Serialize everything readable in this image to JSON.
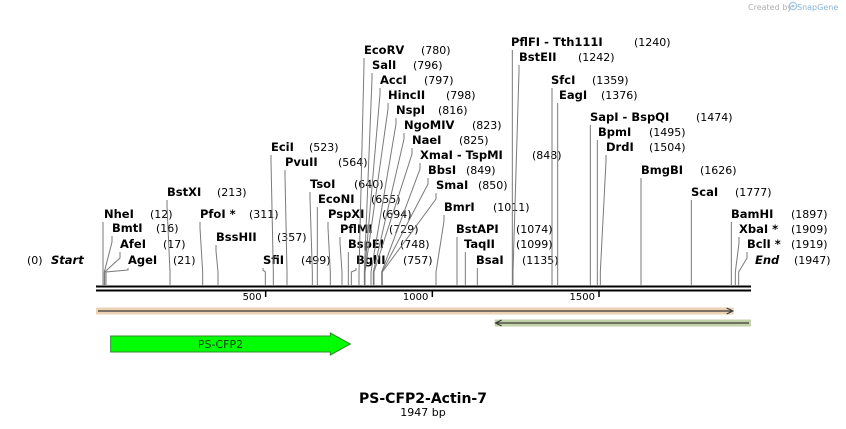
{
  "header": {
    "credit_text": "Created by",
    "brand": "SnapGene"
  },
  "plasmid": {
    "name": "PS-CFP2-Actin-7",
    "length_label": "1947 bp",
    "length": 1947
  },
  "axis": {
    "ticks": [
      {
        "value": 500,
        "label": "500"
      },
      {
        "value": 1000,
        "label": "1000"
      },
      {
        "value": 1500,
        "label": "1500"
      }
    ]
  },
  "sites": [
    {
      "id": "start",
      "name": "Start",
      "pos": 0,
      "pos_label": "(0)",
      "special": true
    },
    {
      "id": "agei",
      "name": "AgeI",
      "pos": 21,
      "pos_label": "(21)"
    },
    {
      "id": "afei",
      "name": "AfeI",
      "pos": 17,
      "pos_label": "(17)"
    },
    {
      "id": "bmti",
      "name": "BmtI",
      "pos": 16,
      "pos_label": "(16)"
    },
    {
      "id": "nhei",
      "name": "NheI",
      "pos": 12,
      "pos_label": "(12)"
    },
    {
      "id": "bstxi",
      "name": "BstXI",
      "pos": 213,
      "pos_label": "(213)"
    },
    {
      "id": "pfoi",
      "name": "PfoI *",
      "pos": 311,
      "pos_label": "(311)"
    },
    {
      "id": "bsshii",
      "name": "BssHII",
      "pos": 357,
      "pos_label": "(357)"
    },
    {
      "id": "sfii",
      "name": "SfiI",
      "pos": 499,
      "pos_label": "(499)"
    },
    {
      "id": "ecii",
      "name": "EciI",
      "pos": 523,
      "pos_label": "(523)"
    },
    {
      "id": "pvuii",
      "name": "PvuII",
      "pos": 564,
      "pos_label": "(564)"
    },
    {
      "id": "tsoi",
      "name": "TsoI",
      "pos": 640,
      "pos_label": "(640)"
    },
    {
      "id": "econi",
      "name": "EcoNI",
      "pos": 655,
      "pos_label": "(655)"
    },
    {
      "id": "pspxi",
      "name": "PspXI",
      "pos": 694,
      "pos_label": "(694)"
    },
    {
      "id": "pflmi",
      "name": "PflMI",
      "pos": 729,
      "pos_label": "(729)"
    },
    {
      "id": "bspei",
      "name": "BspEI",
      "pos": 748,
      "pos_label": "(748)"
    },
    {
      "id": "bglii",
      "name": "BglII",
      "pos": 757,
      "pos_label": "(757)"
    },
    {
      "id": "ecorv",
      "name": "EcoRV",
      "pos": 780,
      "pos_label": "(780)"
    },
    {
      "id": "sali",
      "name": "SalI",
      "pos": 796,
      "pos_label": "(796)"
    },
    {
      "id": "acci",
      "name": "AccI",
      "pos": 797,
      "pos_label": "(797)"
    },
    {
      "id": "hincii",
      "name": "HincII",
      "pos": 798,
      "pos_label": "(798)"
    },
    {
      "id": "nspi",
      "name": "NspI",
      "pos": 816,
      "pos_label": "(816)"
    },
    {
      "id": "ngomiv",
      "name": "NgoMIV",
      "pos": 823,
      "pos_label": "(823)"
    },
    {
      "id": "naei",
      "name": "NaeI",
      "pos": 825,
      "pos_label": "(825)"
    },
    {
      "id": "xmai",
      "name": "XmaI  - TspMI",
      "pos": 848,
      "pos_label": "(848)"
    },
    {
      "id": "bbsi",
      "name": "BbsI",
      "pos": 849,
      "pos_label": "(849)"
    },
    {
      "id": "smai",
      "name": "SmaI",
      "pos": 850,
      "pos_label": "(850)"
    },
    {
      "id": "bmri",
      "name": "BmrI",
      "pos": 1011,
      "pos_label": "(1011)"
    },
    {
      "id": "bstapi",
      "name": "BstAPI",
      "pos": 1074,
      "pos_label": "(1074)"
    },
    {
      "id": "taqii",
      "name": "TaqII",
      "pos": 1099,
      "pos_label": "(1099)"
    },
    {
      "id": "bsai",
      "name": "BsaI",
      "pos": 1135,
      "pos_label": "(1135)"
    },
    {
      "id": "pflfi",
      "name": "PflFI  - Tth111I",
      "pos": 1240,
      "pos_label": "(1240)"
    },
    {
      "id": "bsteii",
      "name": "BstEII",
      "pos": 1242,
      "pos_label": "(1242)"
    },
    {
      "id": "sfci",
      "name": "SfcI",
      "pos": 1359,
      "pos_label": "(1359)"
    },
    {
      "id": "eagi",
      "name": "EagI",
      "pos": 1376,
      "pos_label": "(1376)"
    },
    {
      "id": "sapi",
      "name": "SapI  - BspQI",
      "pos": 1474,
      "pos_label": "(1474)"
    },
    {
      "id": "bpmi",
      "name": "BpmI",
      "pos": 1495,
      "pos_label": "(1495)"
    },
    {
      "id": "drdi",
      "name": "DrdI",
      "pos": 1504,
      "pos_label": "(1504)"
    },
    {
      "id": "bmgbi",
      "name": "BmgBI",
      "pos": 1626,
      "pos_label": "(1626)"
    },
    {
      "id": "scai",
      "name": "ScaI",
      "pos": 1777,
      "pos_label": "(1777)"
    },
    {
      "id": "bamhi",
      "name": "BamHI",
      "pos": 1897,
      "pos_label": "(1897)"
    },
    {
      "id": "xbai",
      "name": "XbaI *",
      "pos": 1909,
      "pos_label": "(1909)"
    },
    {
      "id": "bcli",
      "name": "BclI *",
      "pos": 1919,
      "pos_label": "(1919)"
    },
    {
      "id": "end",
      "name": "End",
      "pos": 1947,
      "pos_label": "(1947)",
      "special": true
    }
  ],
  "features": [
    {
      "id": "ps-cfp2",
      "label": "PS-CFP2",
      "start": 35,
      "end": 754,
      "direction": "forward",
      "color": "#00ff00",
      "stroke": "#2c8c2c"
    }
  ],
  "primer_like_arrows": [
    {
      "id": "orange-arrow",
      "start": 0,
      "end": 1895,
      "direction": "forward",
      "color": "#f2a431",
      "outline": "#d49a54"
    },
    {
      "id": "green-arrow",
      "start": 1196,
      "end": 1947,
      "direction": "reverse",
      "color": "#8ad63c",
      "outline": "#7a9a40"
    }
  ]
}
